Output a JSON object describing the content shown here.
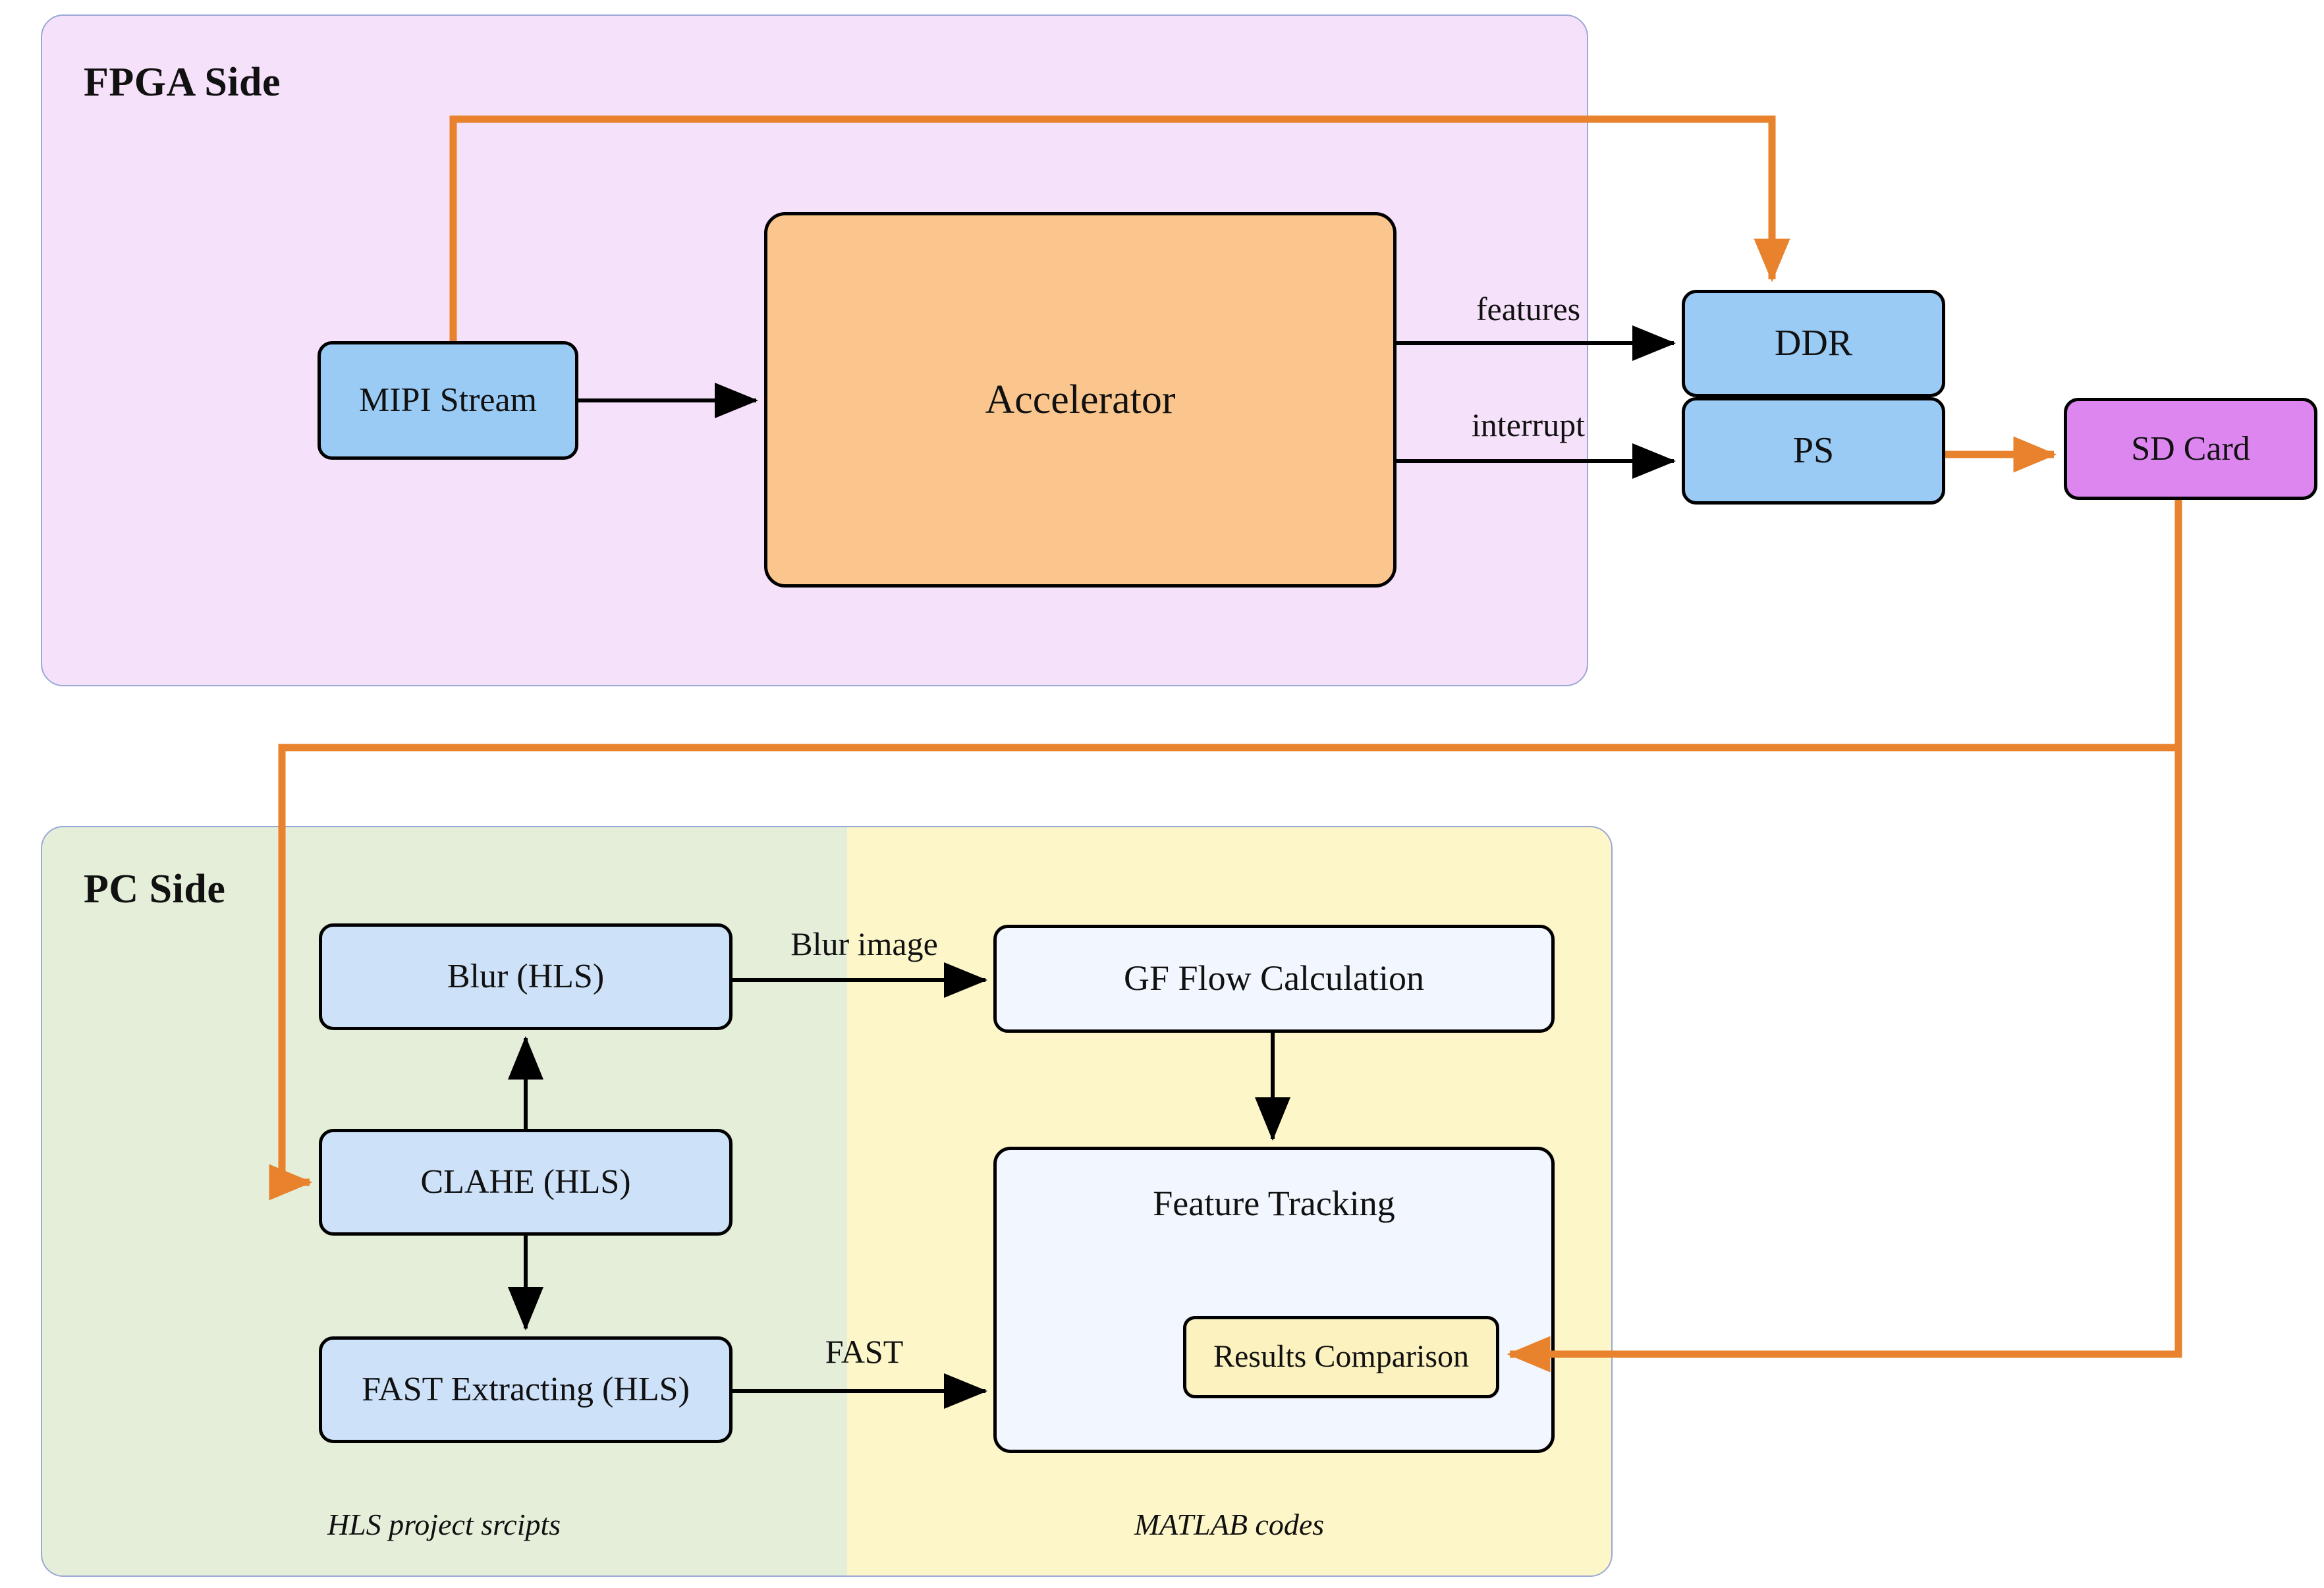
{
  "diagram": {
    "title_fpga": "FPGA Side",
    "title_pc": "PC Side",
    "caption_hls": "HLS project srcipts",
    "caption_matlab": "MATLAB codes"
  },
  "colors": {
    "fpga_panel": "#f6e1fb",
    "fpga_panel_border": "#9aa8d6",
    "pc_panel_green": "#e4eed9",
    "pc_panel_yellow": "#fcf6c8",
    "panel_border": "#9aa8d6",
    "blue_node": "#9acbf5",
    "light_blue_node": "#cde1f9",
    "orange_node": "#fac68e",
    "magenta_node": "#dd86f0",
    "ghost_node": "#f2f6fe",
    "yellow_node": "#fcf2bf",
    "arrow_black": "#000000",
    "arrow_orange": "#e8822c"
  },
  "nodes": {
    "mipi_stream": "MIPI Stream",
    "accelerator": "Accelerator",
    "ddr": "DDR",
    "ps": "PS",
    "sd_card": "SD Card",
    "blur_hls": "Blur (HLS)",
    "clahe_hls": "CLAHE (HLS)",
    "fast_extracting_hls": "FAST Extracting (HLS)",
    "gf_flow_calculation": "GF Flow Calculation",
    "feature_tracking": "Feature Tracking",
    "results_comparison": "Results Comparison"
  },
  "edge_labels": {
    "features": "features",
    "interrupt": "interrupt",
    "blur_image": "Blur image",
    "fast": "FAST"
  }
}
